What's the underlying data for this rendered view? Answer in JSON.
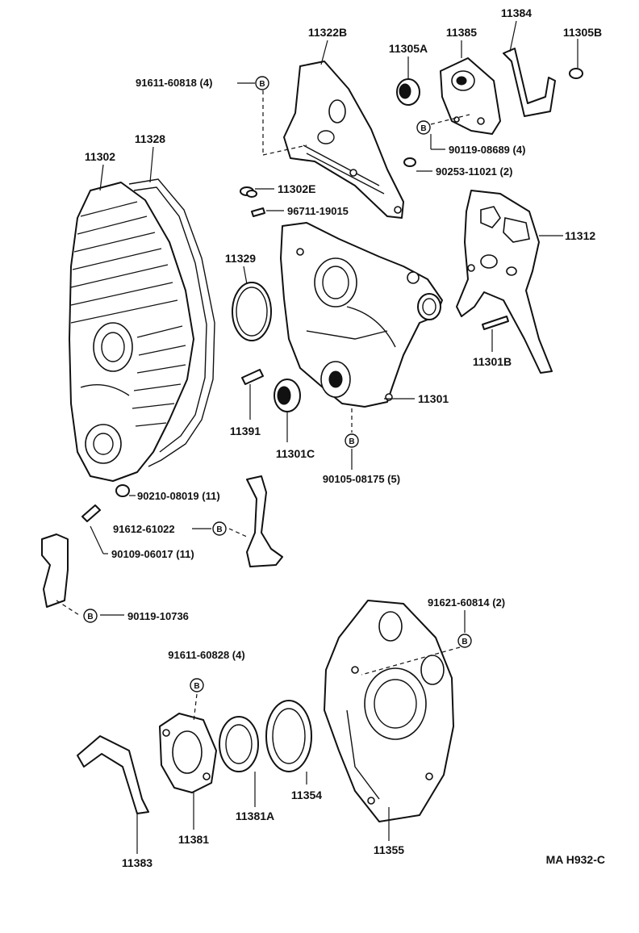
{
  "labels": {
    "p11322B": "11322B",
    "p11305A": "11305A",
    "p11385": "11385",
    "p11384": "11384",
    "p11305B": "11305B",
    "p91611_60818": "91611-60818 (4)",
    "p90119_08689": "90119-08689 (4)",
    "p90253_11021": "90253-11021 (2)",
    "p11328": "11328",
    "p11302": "11302",
    "p11302E": "11302E",
    "p96711_19015": "96711-19015",
    "p11312": "11312",
    "p11329": "11329",
    "p11301B": "11301B",
    "p11301": "11301",
    "p11391": "11391",
    "p11301C": "11301C",
    "p90105_08175": "90105-08175 (5)",
    "p90210_08019": "90210-08019 (11)",
    "p91612_61022": "91612-61022",
    "p90109_06017": "90109-06017 (11)",
    "p90119_10736": "90119-10736",
    "p91621_60814": "91621-60814 (2)",
    "p91611_60828": "91611-60828 (4)",
    "p11383": "11383",
    "p11381": "11381",
    "p11381A": "11381A",
    "p11354": "11354",
    "p11355": "11355",
    "code": "MA H932-C"
  },
  "marker": "B"
}
